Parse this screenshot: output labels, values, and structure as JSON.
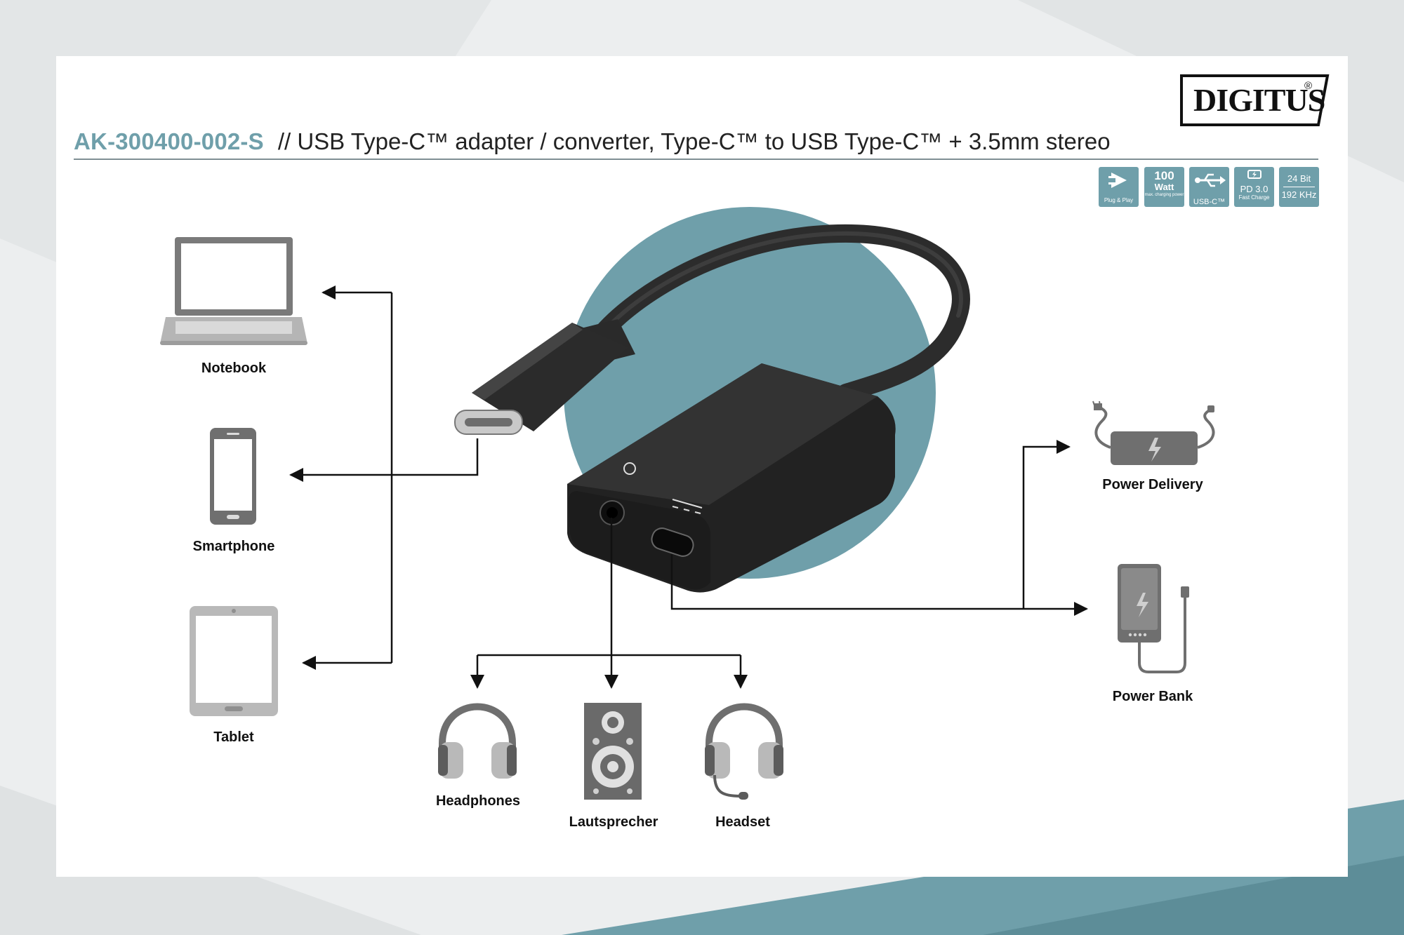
{
  "header": {
    "product_code": "AK-300400-002-S",
    "subtitle": "// USB Type-C™ adapter / converter, Type-C™ to USB Type-C™ + 3.5mm stereo"
  },
  "brand": {
    "name": "DIGITUS",
    "registered": "®"
  },
  "badges": [
    {
      "line1": "",
      "line2": "Plug & Play",
      "icon": "plug-and-play-icon"
    },
    {
      "line1": "100",
      "line2": "Watt",
      "line3": "max. charging power"
    },
    {
      "line1": "",
      "line2": "USB-C™",
      "icon": "usb-icon"
    },
    {
      "line1": "PD 3.0",
      "line2": "Fast Charge",
      "icon": "fast-charge-icon"
    },
    {
      "line1": "24 Bit",
      "line2": "192 KHz"
    }
  ],
  "devices": {
    "notebook": "Notebook",
    "smartphone": "Smartphone",
    "tablet": "Tablet",
    "headphones": "Headphones",
    "speaker": "Lautsprecher",
    "headset": "Headset",
    "power_delivery": "Power Delivery",
    "power_bank": "Power Bank"
  },
  "colors": {
    "accent": "#6f9faa",
    "dark": "#222222",
    "device_grey": "#b9b9b9"
  }
}
